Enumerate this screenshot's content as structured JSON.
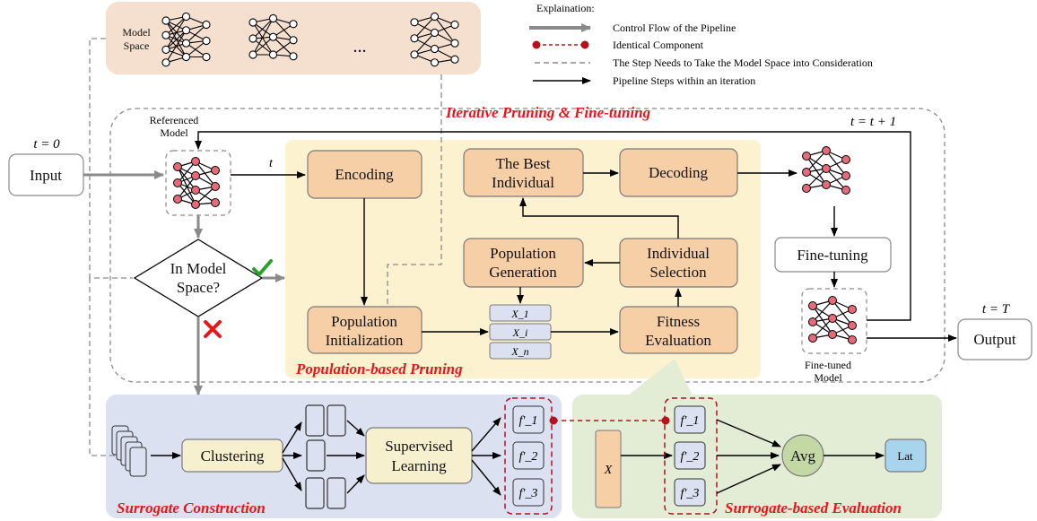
{
  "legend": {
    "title": "Explaination:",
    "items": [
      "Control Flow of the Pipeline",
      "Identical Component",
      "The Step Needs to Take the Model Space into Consideration",
      "Pipeline Steps within an iteration"
    ]
  },
  "model_space": {
    "label_line1": "Model",
    "label_line2": "Space",
    "ellipsis": "..."
  },
  "regions": {
    "iterative": "Iterative Pruning & Fine-tuning",
    "population": "Population-based Pruning",
    "surrogate_construction": "Surrogate Construction",
    "surrogate_evaluation": "Surrogate-based Evaluation"
  },
  "labels": {
    "t0": "t = 0",
    "t": "t",
    "t_next": "t = t + 1",
    "tT": "t = T",
    "referenced_line1": "Referenced",
    "referenced_line2": "Model",
    "finetuned_line1": "Fine-tuned",
    "finetuned_line2": "Model"
  },
  "nodes": {
    "input": "Input",
    "output": "Output",
    "decision_line1": "In Model",
    "decision_line2": "Space?",
    "encoding": "Encoding",
    "best_line1": "The Best",
    "best_line2": "Individual",
    "decoding": "Decoding",
    "popgen_line1": "Population",
    "popgen_line2": "Generation",
    "indsel_line1": "Individual",
    "indsel_line2": "Selection",
    "popinit_line1": "Population",
    "popinit_line2": "Initialization",
    "fitness_line1": "Fitness",
    "fitness_line2": "Evaluation",
    "finetuning": "Fine-tuning",
    "clustering": "Clustering",
    "supervised_line1": "Supervised",
    "supervised_line2": "Learning",
    "avg": "Avg",
    "lat": "Lat"
  },
  "population_items": [
    "X_1",
    "X_i",
    "X_n"
  ],
  "surrogates": [
    "f'_1",
    "f'_2",
    "f'_3"
  ],
  "eval_input": "X",
  "colors": {
    "model_space_bg": "#f5dfcf",
    "population_bg": "#fdf2cf",
    "surrogate_construction_bg": "#dbe1f0",
    "surrogate_evaluation_bg": "#e3ecd4",
    "box_fill": "#f7cfa7",
    "region_title_red": "#e8151b",
    "check_green": "#2aa12a"
  }
}
